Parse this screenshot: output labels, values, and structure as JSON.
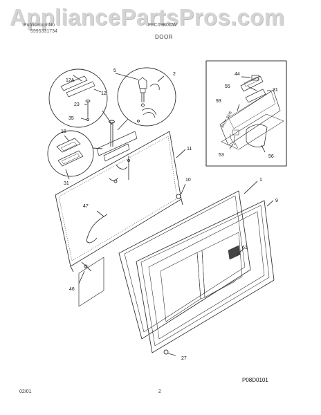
{
  "watermark": "AppliancePartsPros.com",
  "header": {
    "left_line1": "Publication No",
    "left_line2": "5995331734",
    "center_code": "FFC09K0CW",
    "section_title": "DOOR"
  },
  "callouts": {
    "c1": "1",
    "c2": "2",
    "c5": "5",
    "c9": "9",
    "c10": "10",
    "c11": "11",
    "c12": "12",
    "c12a": "12A",
    "c18": "18",
    "c23": "23",
    "c27": "27",
    "c31a": "31",
    "c31b": "31",
    "c35": "35",
    "c44": "44",
    "c46": "46",
    "c47": "47",
    "c53": "53",
    "c55": "55",
    "c56": "56",
    "c61": "61",
    "c93": "93"
  },
  "inset_label": "BACK SIDE",
  "figure_code": "P08D0101",
  "footer": {
    "date": "02/01",
    "page": "2"
  }
}
